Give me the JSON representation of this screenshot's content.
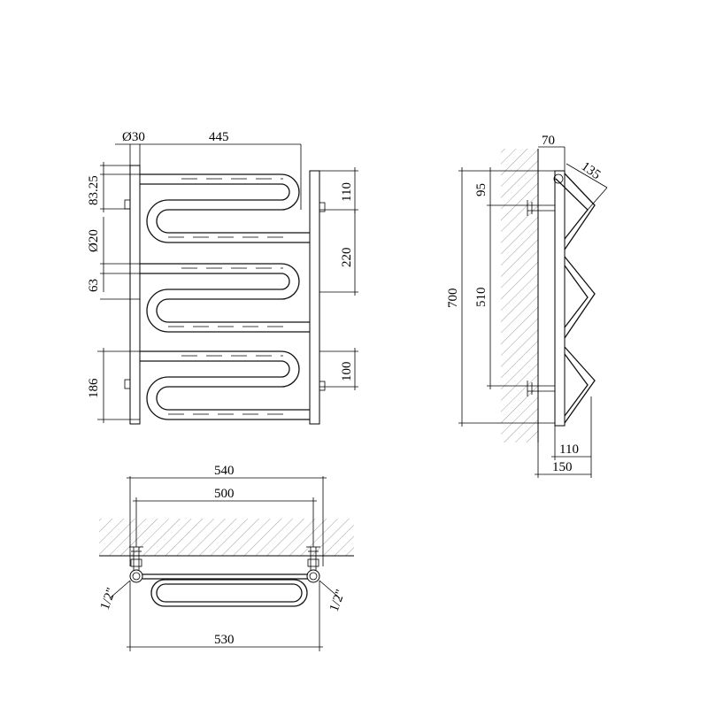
{
  "front_view": {
    "dim_diameter_30": "Ø30",
    "dim_width_445": "445",
    "dim_83_25": "83.25",
    "dim_diameter_20": "Ø20",
    "dim_63": "63",
    "dim_186": "186",
    "dim_110": "110",
    "dim_220": "220",
    "dim_100": "100"
  },
  "side_view": {
    "dim_70": "70",
    "dim_135": "135",
    "dim_95": "95",
    "dim_700": "700",
    "dim_510": "510",
    "dim_110": "110",
    "dim_150": "150"
  },
  "top_view": {
    "dim_540": "540",
    "dim_500": "500",
    "dim_530": "530",
    "thread_left": "1/2\"",
    "thread_right": "1/2\""
  }
}
